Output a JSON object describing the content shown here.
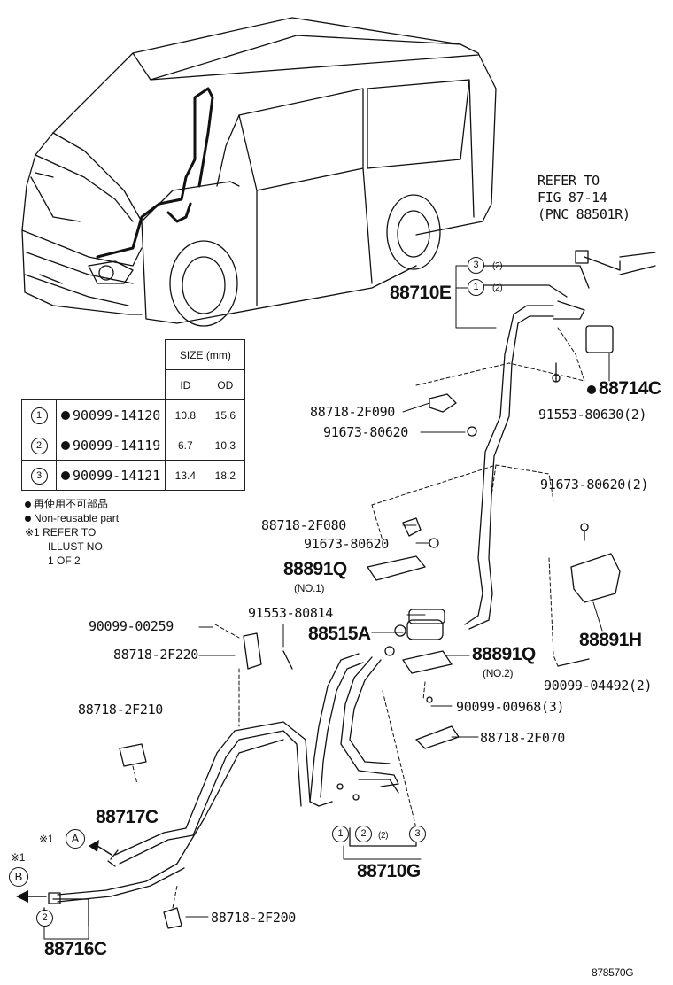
{
  "figure_code": "878570G",
  "refer_note": {
    "line1": "REFER TO",
    "line2": "FIG 87-14",
    "line3": "(PNC 88501R)"
  },
  "size_table": {
    "header": "SIZE (mm)",
    "col_id": "ID",
    "col_od": "OD",
    "rows": [
      {
        "key": "1",
        "part": "90099-14120",
        "id": "10.8",
        "od": "15.6"
      },
      {
        "key": "2",
        "part": "90099-14119",
        "id": "6.7",
        "od": "10.3"
      },
      {
        "key": "3",
        "part": "90099-14121",
        "id": "13.4",
        "od": "18.2"
      }
    ]
  },
  "notes": {
    "jp": "再使用不可部品",
    "en": "Non-reusable part",
    "ref1": "※1 REFER TO",
    "ref2": "ILLUST NO.",
    "ref3": "1 OF 2"
  },
  "labels": {
    "p88710E": "88710E",
    "p88714C": "88714C",
    "p91553_80630": "91553-80630(2)",
    "p88718_2F090": "88718-2F090",
    "p91673_80620a": "91673-80620",
    "p91673_80620_2": "91673-80620(2)",
    "p88718_2F080": "88718-2F080",
    "p91673_80620b": "91673-80620",
    "p88891Q_1": "88891Q",
    "no1": "(NO.1)",
    "p90099_00259": "90099-00259",
    "p91553_80814": "91553-80814",
    "p88515A": "88515A",
    "p88718_2F220": "88718-2F220",
    "p88891Q_2": "88891Q",
    "no2": "(NO.2)",
    "p88891H": "88891H",
    "p90099_04492": "90099-04492(2)",
    "p90099_00968": "90099-00968(3)",
    "p88718_2F070": "88718-2F070",
    "p88718_2F210": "88718-2F210",
    "p88717C": "88717C",
    "p88710G": "88710G",
    "p88718_2F200": "88718-2F200",
    "p88716C": "88716C",
    "qty2": "(2)",
    "ref_mark": "※1",
    "callA": "A",
    "callB": "B",
    "c1": "1",
    "c2": "2",
    "c3": "3"
  }
}
